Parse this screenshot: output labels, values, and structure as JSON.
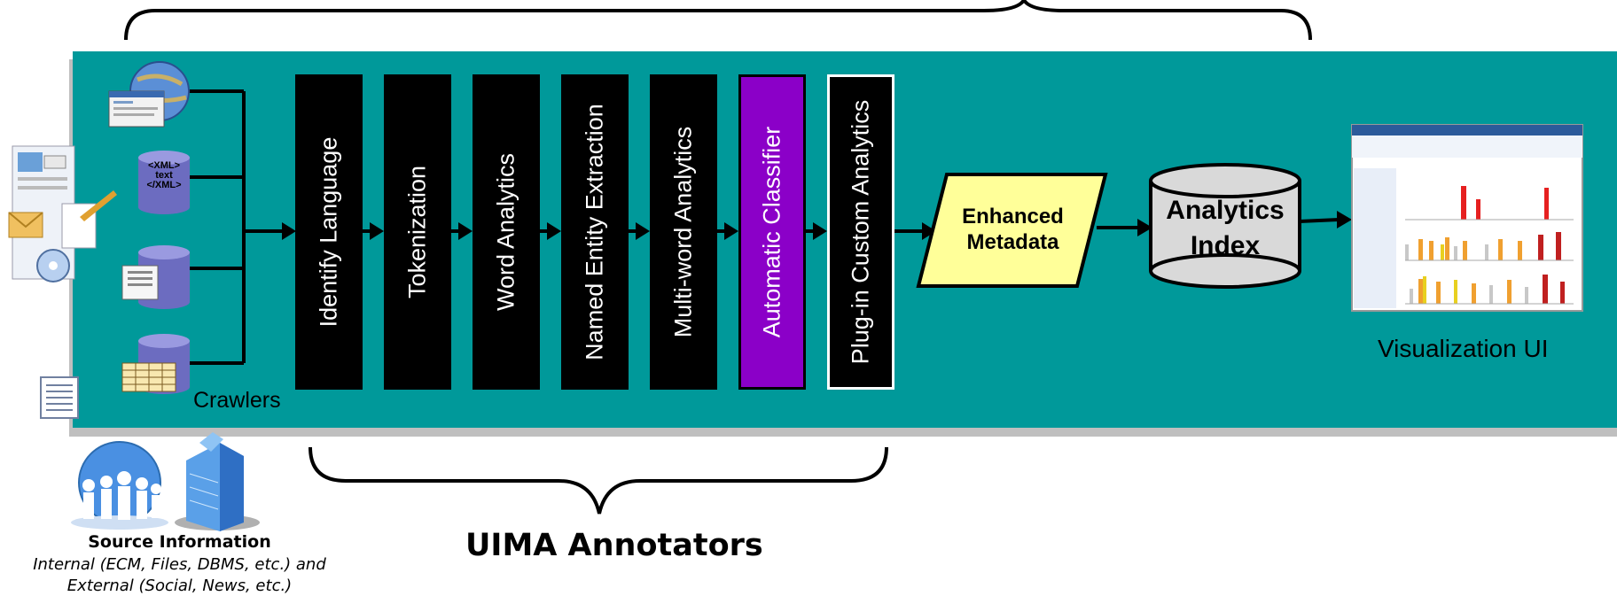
{
  "stages": [
    {
      "label": "Identify Language",
      "color": "#000000"
    },
    {
      "label": "Tokenization",
      "color": "#000000"
    },
    {
      "label": "Word Analytics",
      "color": "#000000"
    },
    {
      "label": "Named Entity Extraction",
      "color": "#000000"
    },
    {
      "label": "Multi-word Analytics",
      "color": "#000000"
    },
    {
      "label": "Automatic Classifier",
      "color": "#8b00c8"
    },
    {
      "label": "Plug-in Custom Analytics",
      "color": "#000000"
    }
  ],
  "crawlers_label": "Crawlers",
  "xml_icon": {
    "line1": "<XML>",
    "line2": "text",
    "line3": "</XML>"
  },
  "metadata": {
    "line1": "Enhanced",
    "line2": "Metadata"
  },
  "index": {
    "line1": "Analytics",
    "line2": "Index"
  },
  "visualization_label": "Visualization UI",
  "annotators_label": "UIMA Annotators",
  "source": {
    "title": "Source Information",
    "line1": "Internal (ECM, Files, DBMS, etc.) and",
    "line2": "External (Social, News, etc.)"
  },
  "colors": {
    "background": "#00999a",
    "metadata_fill": "#ffff99",
    "index_fill": "#d9d9d9",
    "accent_stage": "#8b00c8"
  }
}
